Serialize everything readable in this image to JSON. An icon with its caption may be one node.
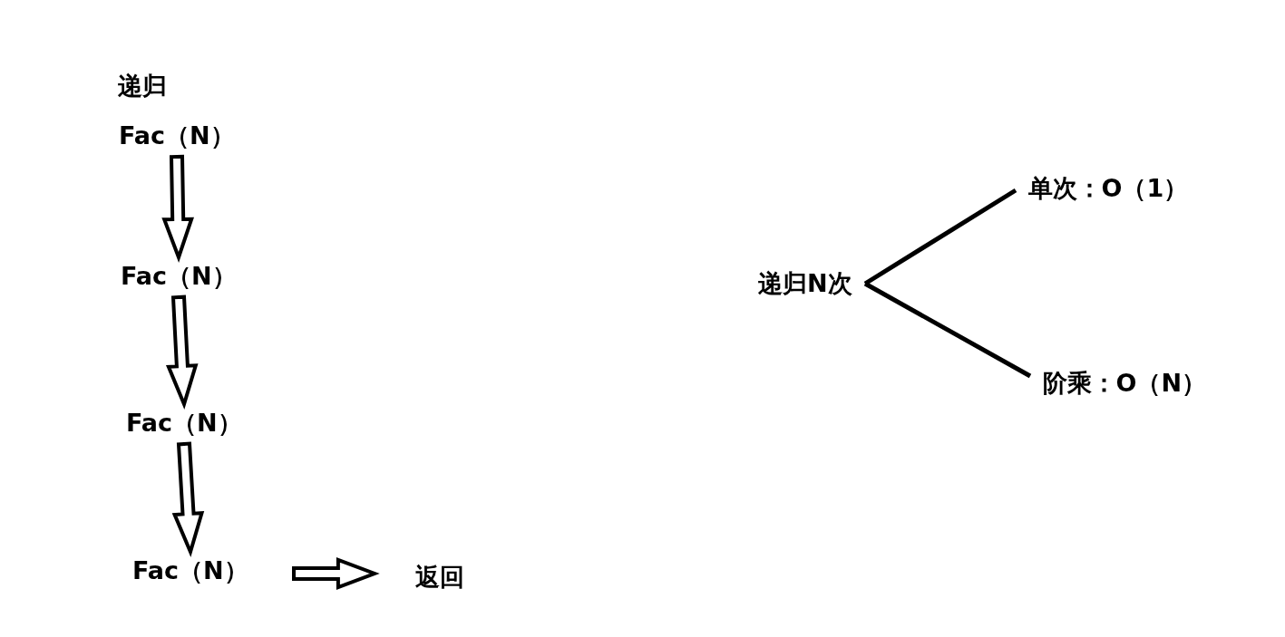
{
  "diagram": {
    "title": "递归",
    "nodes": [
      {
        "text": [
          "Fac（N）"
        ]
      },
      {
        "text": [
          "Fac（N）"
        ]
      },
      {
        "text": [
          "Fac（N）"
        ]
      },
      {
        "text": [
          "Fac（N）"
        ]
      },
      {
        "text": [
          "返回"
        ]
      },
      {
        "text": [
          "递归N次"
        ]
      },
      {
        "text": [
          "单次：O（1）"
        ]
      },
      {
        "text": [
          "阶乘：O（N）"
        ]
      }
    ],
    "edges": [
      {
        "from": 0,
        "to": 1,
        "arrow": "to"
      },
      {
        "from": 1,
        "to": 2,
        "arrow": "to"
      },
      {
        "from": 2,
        "to": 3,
        "arrow": "to"
      },
      {
        "from": 3,
        "to": 4,
        "arrow": "to"
      },
      {
        "from": 5,
        "to": 6,
        "arrow": "none"
      },
      {
        "from": 5,
        "to": 7,
        "arrow": "none"
      }
    ]
  }
}
